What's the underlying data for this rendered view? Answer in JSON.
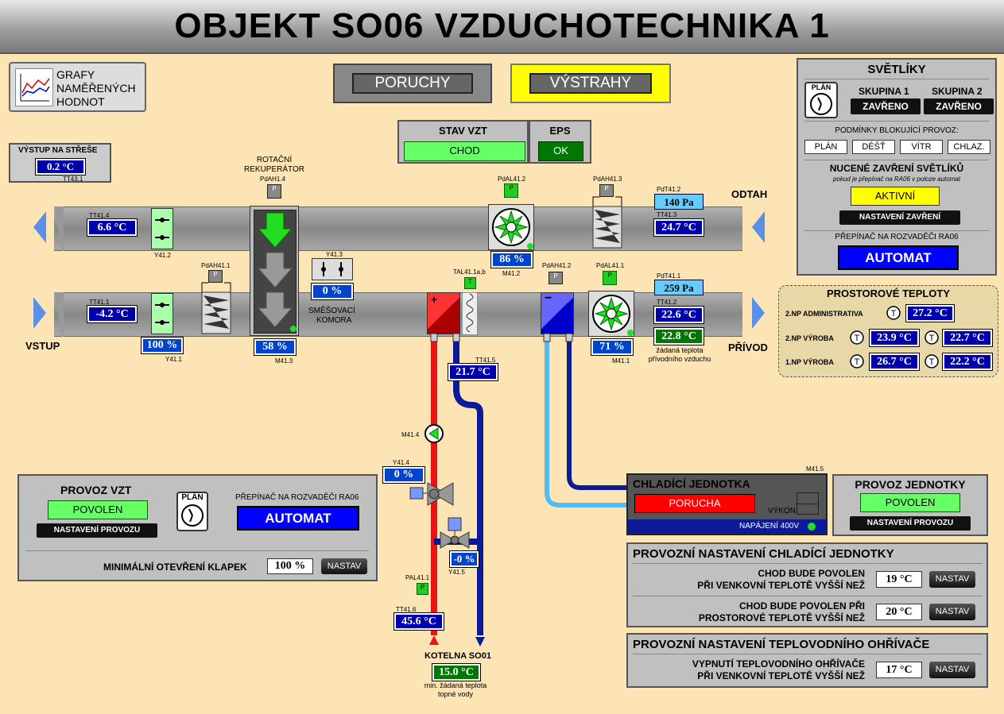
{
  "title": "OBJEKT SO06  VZDUCHOTECHNIKA 1",
  "grafy": {
    "line1": "GRAFY",
    "line2": "NAMĚŘENÝCH",
    "line3": "HODNOT"
  },
  "poruchy_label": "PORUCHY",
  "vystrahy_label": "VÝSTRAHY",
  "stav_vzt": {
    "title": "STAV VZT",
    "value": "CHOD"
  },
  "eps": {
    "title": "EPS",
    "value": "OK"
  },
  "vystup_strecha": {
    "title": "VÝSTUP NA STŘEŠE",
    "value": "0.2 °C",
    "tag": "TT43.1"
  },
  "rekuperator": {
    "line1": "ROTAČNÍ",
    "line2": "REKUPERÁTOR",
    "tag": "PdAH1.4",
    "value": "58 %",
    "motor": "M41.3"
  },
  "odtah_label": "ODTAH",
  "vstup_label": "VSTUP",
  "privod_label": "PŘÍVOD",
  "tt41_4": {
    "tag": "TT41.4",
    "value": "6.6 °C"
  },
  "y41_2": "Y41.2",
  "tt41_1": {
    "tag": "TT41.1",
    "value": "-4.2 °C"
  },
  "y41_1": {
    "tag": "Y41.1",
    "value": "100 %"
  },
  "pdah41_1": "PdAH41.1",
  "y41_3": {
    "tag": "Y41.3",
    "value": "0 %"
  },
  "smesovaci": {
    "line1": "SMĚŠOVACÍ",
    "line2": "KOMORA"
  },
  "pdal41_2": "PdAL41.2",
  "m41_2": {
    "tag": "M41.2",
    "value": "86 %"
  },
  "pdah41_3": "PdAH41.3",
  "pdt41_2": {
    "tag": "PdT41.2",
    "value": "140 Pa"
  },
  "tt41_3": {
    "tag": "TT41.3",
    "value": "24.7 °C"
  },
  "tal41": "TAL41.1a,b",
  "pdah41_2": "PdAH41.2",
  "pdal41_1": "PdAL41.1",
  "pdt41_1": {
    "tag": "PdT41.1",
    "value": "259 Pa"
  },
  "tt41_2": {
    "tag": "TT41.2",
    "value": "22.6 °C"
  },
  "zadana_privod": {
    "value": "22.8 °C",
    "line1": "žádaná teplota",
    "line2": "přívodního vzduchu"
  },
  "m41_1": {
    "tag": "M41.1",
    "value": "71 %"
  },
  "tt41_5": {
    "tag": "TT41.5",
    "value": "21.7 °C"
  },
  "m41_4": "M41.4",
  "y41_4": {
    "tag": "Y41.4",
    "value": "0 %"
  },
  "y41_5": {
    "tag": "Y41.5",
    "value": "-0 %"
  },
  "pal41_1": "PAL41.1",
  "tt41_6": {
    "tag": "TT41.6",
    "value": "45.6 °C"
  },
  "kotelna": {
    "title": "KOTELNA SO01",
    "value": "15.0 °C",
    "line1": "min. žádaná teplota",
    "line2": "topné vody"
  },
  "svetliky": {
    "title": "SVĚTLÍKY",
    "plan": "PLÁN",
    "sk1": "SKUPINA 1",
    "sk1_val": "ZAVŘENO",
    "sk2": "SKUPINA 2",
    "sk2_val": "ZAVŘENO",
    "podminky": "PODMÍNKY BLOKUJÍCÍ PROVOZ:",
    "b1": "PLÁN",
    "b2": "DÉŠŤ",
    "b3": "VÍTR",
    "b4": "CHLAZ.",
    "nucene": "NUCENÉ ZAVŘENÍ SVĚTLÍKŮ",
    "nucene_sub": "pokud je přepínač na RA06 v poloze automat",
    "aktivni": "AKTIVNÍ",
    "nastaveni": "NASTAVENÍ ZAVŘENÍ",
    "prepinac": "PŘEPÍNAČ NA ROZVADĚČI RA06",
    "automat": "AUTOMAT"
  },
  "prostorove": {
    "title": "PROSTOROVÉ TEPLOTY",
    "r1": "2.NP ADMINISTRATIVA",
    "r1v": "27.2 °C",
    "r2": "2.NP VÝROBA",
    "r2v1": "23.9 °C",
    "r2v2": "22.7 °C",
    "r3": "1.NP VÝROBA",
    "r3v1": "26.7 °C",
    "r3v2": "22.2 °C"
  },
  "provoz_vzt": {
    "title": "PROVOZ VZT",
    "povolen": "POVOLEN",
    "nastaveni": "NASTAVENÍ PROVOZU",
    "plan": "PLÁN",
    "prepinac": "PŘEPÍNAČ NA ROZVADĚČI RA06",
    "automat": "AUTOMAT",
    "min_label": "MINIMÁLNÍ OTEVŘENÍ KLAPEK",
    "min_value": "100 %",
    "nastav": "NASTAV"
  },
  "chladici": {
    "title": "CHLADÍCÍ JEDNOTKA",
    "tag": "M41.5",
    "porucha": "PORUCHA",
    "vykon": "VÝKON",
    "napajeni": "NAPÁJENÍ 400V"
  },
  "provoz_jednotky": {
    "title": "PROVOZ JEDNOTKY",
    "povolen": "POVOLEN",
    "nastaveni": "NASTAVENÍ PROVOZU"
  },
  "nast_chl": {
    "title": "PROVOZNÍ NASTAVENÍ CHLADÍCÍ JEDNOTKY",
    "r1a": "CHOD BUDE POVOLEN",
    "r1b": "PŘI VENKOVNÍ TEPLOTĚ VYŠŠÍ NEŽ",
    "r1v": "19 °C",
    "r2a": "CHOD BUDE POVOLEN PŘI",
    "r2b": "PROSTOROVÉ TEPLOTĚ VYŠŠÍ NEŽ",
    "r2v": "20 °C",
    "nastav": "NASTAV"
  },
  "nast_ohr": {
    "title": "PROVOZNÍ NASTAVENÍ TEPLOVODNÍHO OHŘÍVAČE",
    "r1a": "VYPNUTÍ TEPLOVODNÍHO OHŘÍVAČE",
    "r1b": "PŘI VENKOVNÍ TEPLOTĚ VYŠŠÍ NEŽ",
    "r1v": "17 °C",
    "nastav": "NASTAV"
  },
  "colors": {
    "alarm_red": "#ff0000",
    "ok_green": "#66ff66",
    "warn_yellow": "#ffff00",
    "value_blue": "#0000aa"
  }
}
